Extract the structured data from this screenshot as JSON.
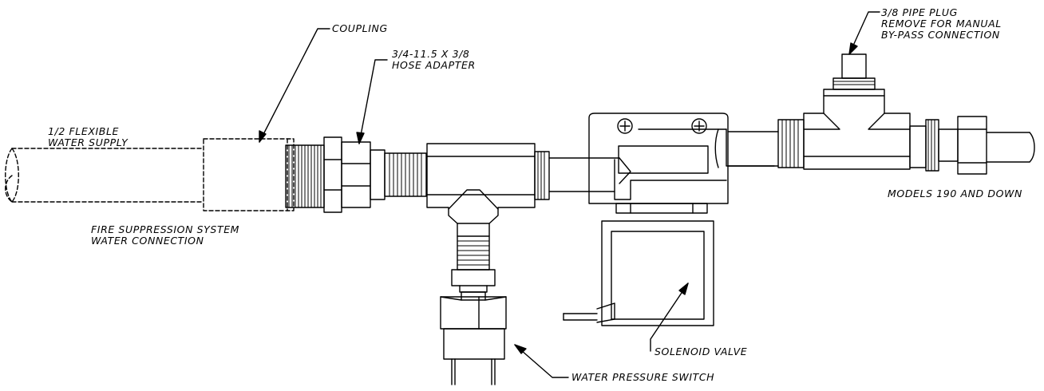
{
  "labels": {
    "coupling": "COUPLING",
    "hose_adapter": [
      "3/4-11.5 X 3/8",
      "HOSE ADAPTER"
    ],
    "flexible_water_supply": [
      "1/2 FLEXIBLE",
      "WATER SUPPLY"
    ],
    "fire_suppression": [
      "FIRE SUPPRESSION SYSTEM",
      "WATER CONNECTION"
    ],
    "pipe_plug": [
      "3/8 PIPE PLUG",
      "REMOVE FOR MANUAL",
      "BY-PASS CONNECTION"
    ],
    "models": "MODELS 190 AND DOWN",
    "solenoid_valve": "SOLENOID VALVE",
    "water_pressure_switch": "WATER PRESSURE SWITCH"
  }
}
